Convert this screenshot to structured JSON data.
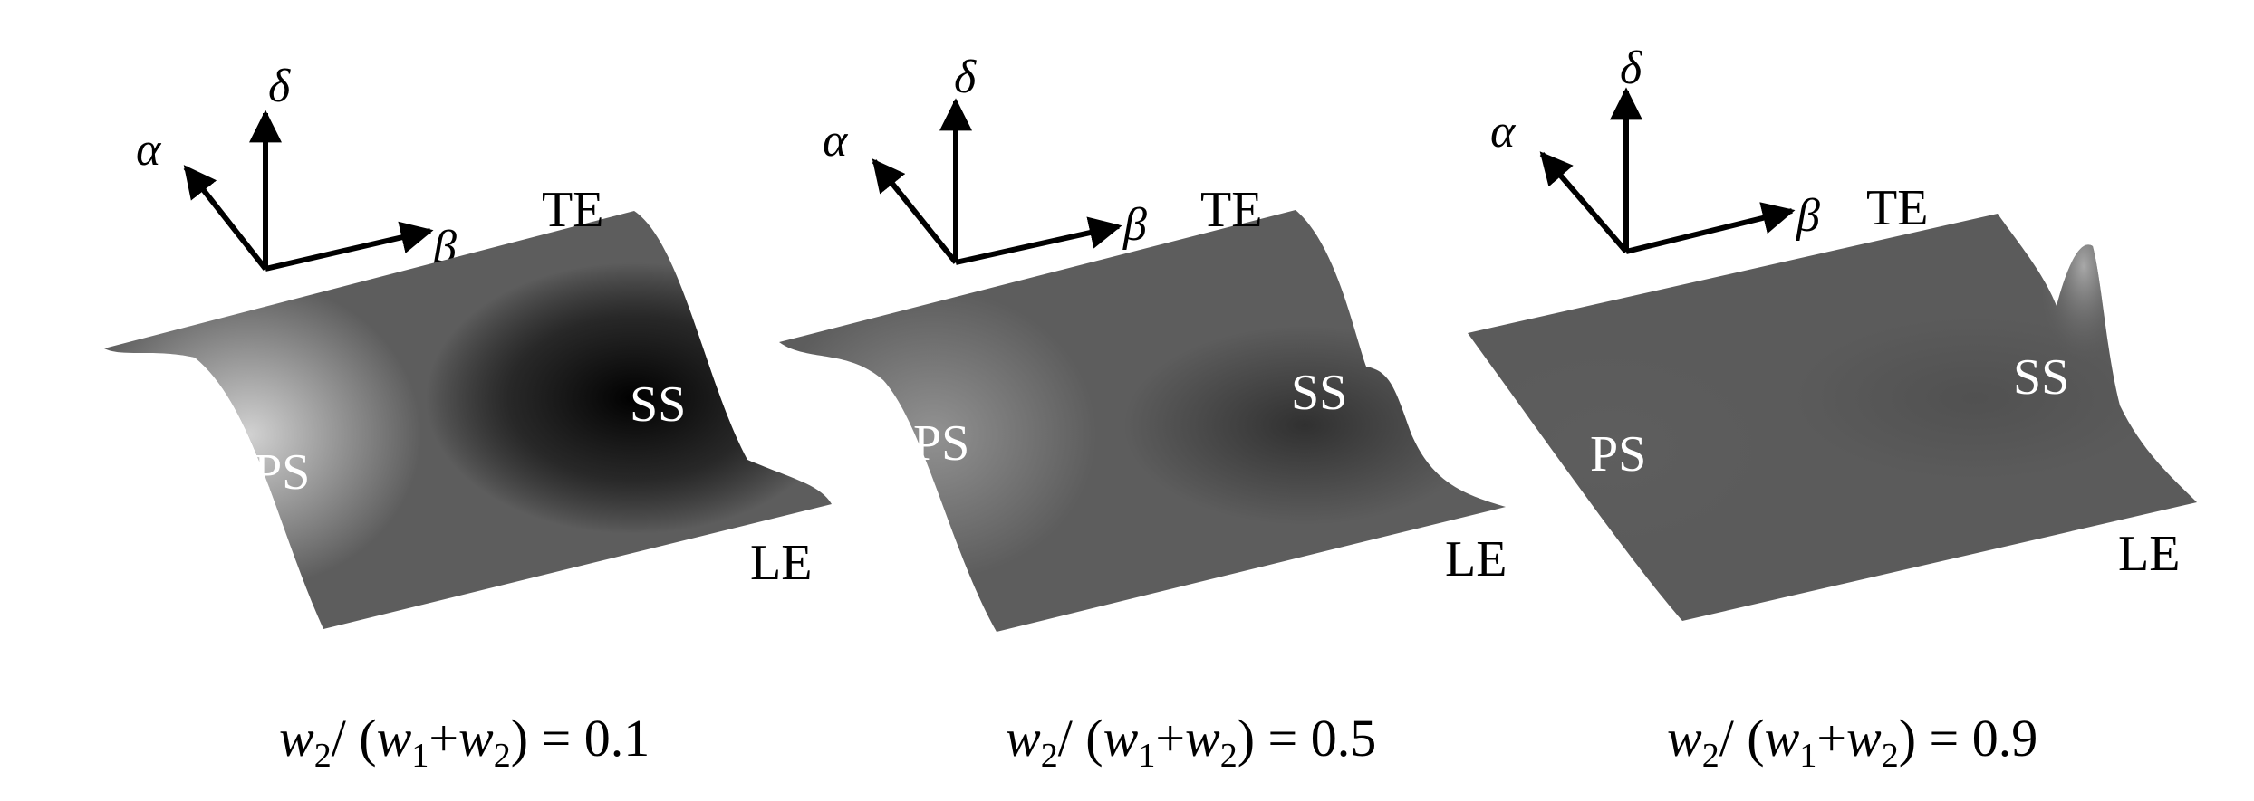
{
  "axes": {
    "alpha_label": "α",
    "delta_label": "δ",
    "beta_label": "β"
  },
  "labels": {
    "te": "TE",
    "le": "LE",
    "ps": "PS",
    "ss": "SS"
  },
  "panels": [
    {
      "caption": {
        "w": "w",
        "sub2": "2",
        "slash_open": "/ (",
        "sub1": "1",
        "plus": "+",
        "eq": ") = ",
        "value": "0.1"
      },
      "ps_brightness": 0.85,
      "ss_darkness": 1.0
    },
    {
      "caption": {
        "w": "w",
        "sub2": "2",
        "slash_open": "/ (",
        "sub1": "1",
        "plus": "+",
        "eq": ") = ",
        "value": "0.5"
      },
      "ps_brightness": 0.55,
      "ss_darkness": 0.7
    },
    {
      "caption": {
        "w": "w",
        "sub2": "2",
        "slash_open": "/ (",
        "sub1": "1",
        "plus": "+",
        "eq": ") = ",
        "value": "0.9"
      },
      "ps_brightness": 0.2,
      "ss_darkness": 0.35
    }
  ]
}
